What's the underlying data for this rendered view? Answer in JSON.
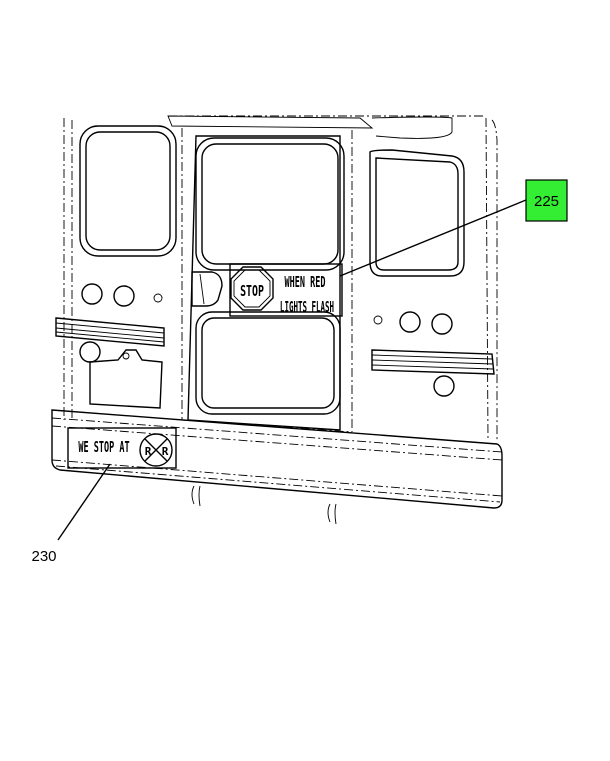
{
  "callouts": [
    {
      "number": "225",
      "highlight": "#33ee33"
    },
    {
      "number": "230"
    }
  ],
  "door_sign": {
    "octagon_text": "STOP",
    "line1": "WHEN RED",
    "line2": "LIGHTS FLASH"
  },
  "bumper_sign": {
    "text": "WE STOP AT",
    "rr_left": "R",
    "rr_right": "R"
  }
}
